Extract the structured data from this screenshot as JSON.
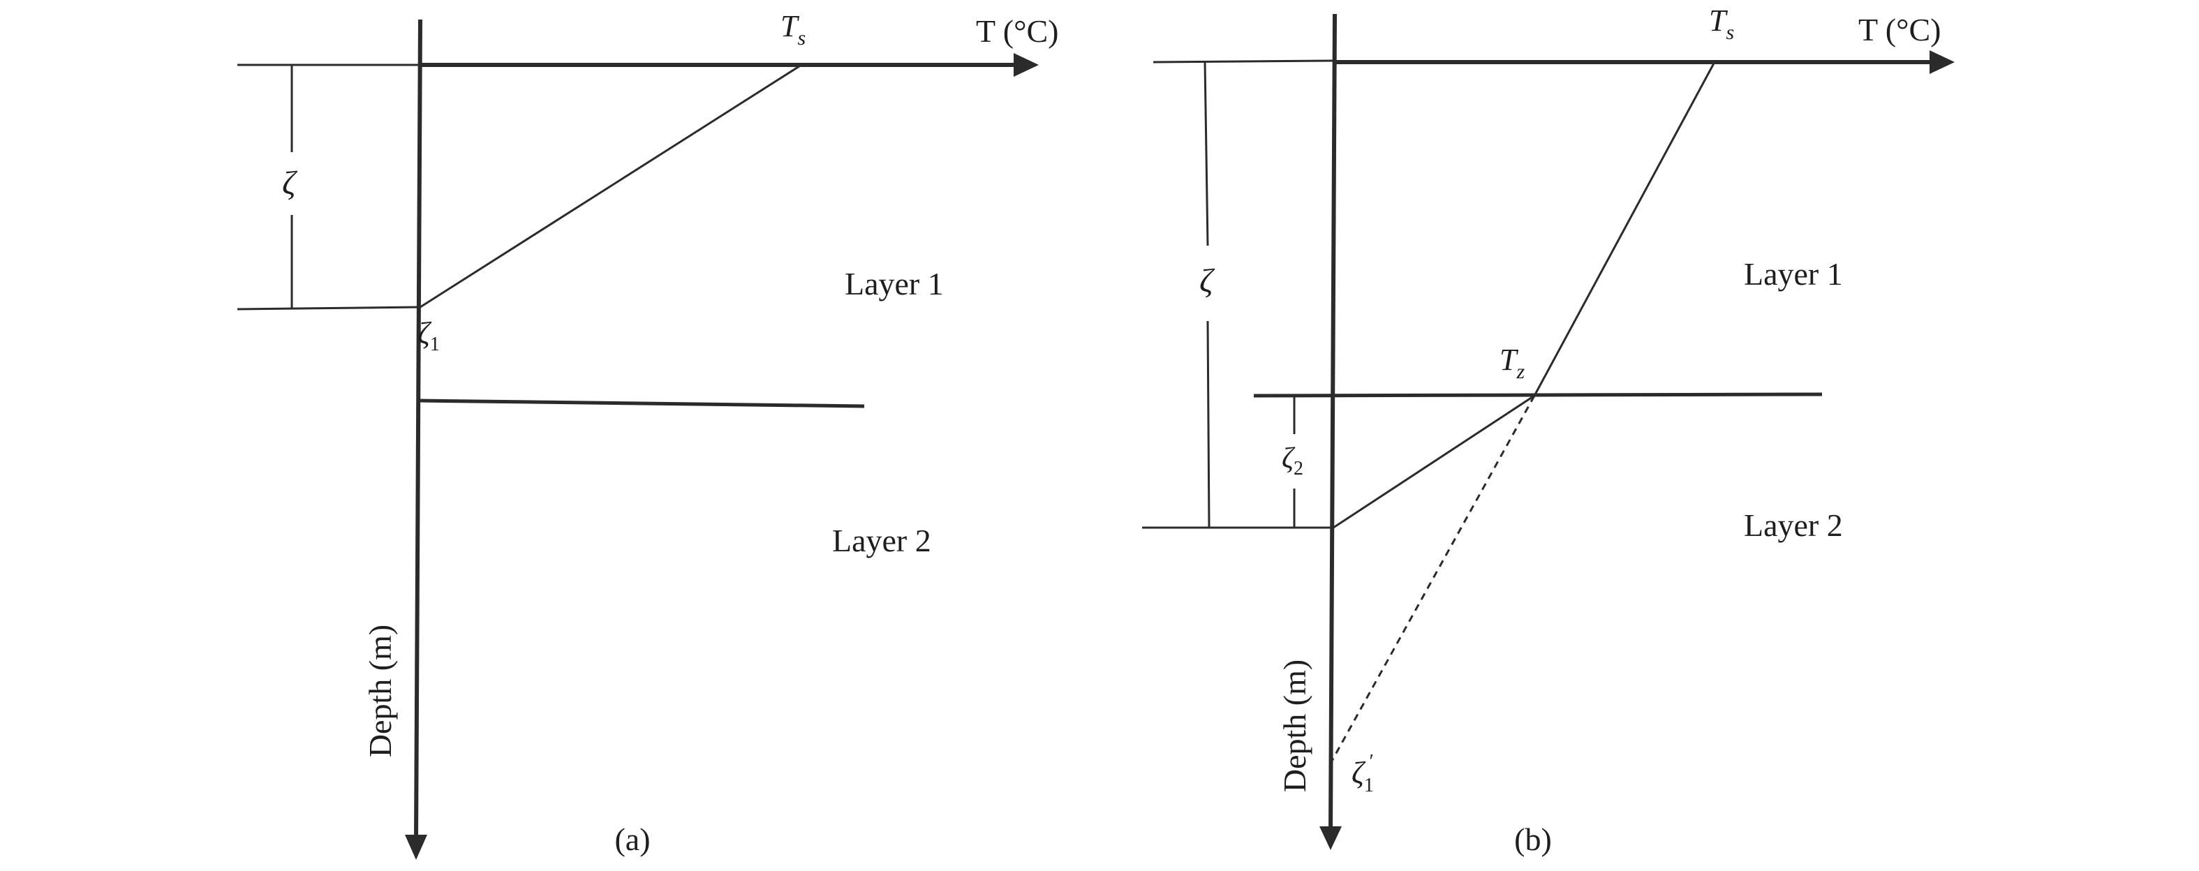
{
  "panels": [
    {
      "caption": "(a)",
      "x_axis_label": "T (°C)",
      "y_axis_label": "Depth (m)",
      "layer_labels": [
        "Layer 1",
        "Layer 2"
      ],
      "surface_temp": {
        "symbol": "T",
        "subscript": "s"
      },
      "total_depth": {
        "symbol": "ζ"
      },
      "boundary_depth": {
        "symbol": "ζ",
        "subscript": "1"
      }
    },
    {
      "caption": "(b)",
      "x_axis_label": "T (°C)",
      "y_axis_label": "Depth (m)",
      "layer_labels": [
        "Layer 1",
        "Layer 2"
      ],
      "surface_temp": {
        "symbol": "T",
        "subscript": "s"
      },
      "interface_temp": {
        "symbol": "T",
        "subscript": "z"
      },
      "total_depth": {
        "symbol": "ζ"
      },
      "layer2_depth": {
        "symbol": "ζ",
        "subscript": "2"
      },
      "extrapolated_depth": {
        "symbol": "ζ",
        "subscript": "1",
        "superscript": "′"
      }
    }
  ]
}
